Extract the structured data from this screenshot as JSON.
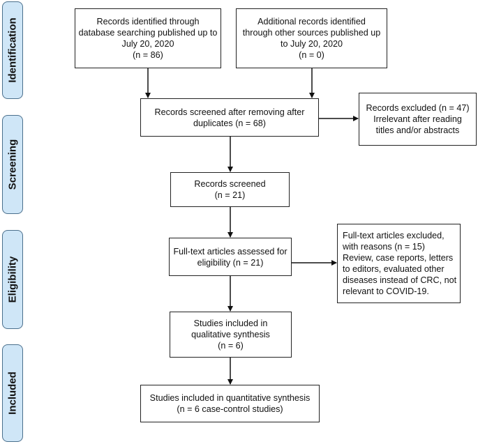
{
  "phases": {
    "identification": "Identification",
    "screening": "Screening",
    "eligibility": "Eligibility",
    "included": "Included"
  },
  "boxes": {
    "database_search": [
      "Records identified through",
      "database searching published up to",
      "July 20, 2020",
      "(n = 86)"
    ],
    "other_sources": [
      "Additional records identified",
      "through other sources published up",
      "to July 20, 2020",
      "(n = 0)"
    ],
    "after_duplicates": [
      "Records screened after removing after",
      "duplicates (n = 68)"
    ],
    "records_excluded": [
      "Records excluded (n = 47)",
      "Irrelevant after reading",
      "titles and/or abstracts"
    ],
    "records_screened": [
      "Records screened",
      "(n = 21)"
    ],
    "fulltext_assessed": [
      "Full-text articles assessed for",
      "eligibility (n = 21)"
    ],
    "fulltext_excluded": [
      "Full-text articles excluded,",
      "with reasons (n = 15)",
      "Review, case reports, letters",
      "to editors, evaluated other",
      "diseases instead of CRC, not",
      "relevant to COVID-19."
    ],
    "qualitative": [
      "Studies included in",
      "qualitative synthesis",
      "(n = 6)"
    ],
    "quantitative": [
      "Studies included in quantitative synthesis",
      "(n = 6 case-control studies)"
    ]
  }
}
